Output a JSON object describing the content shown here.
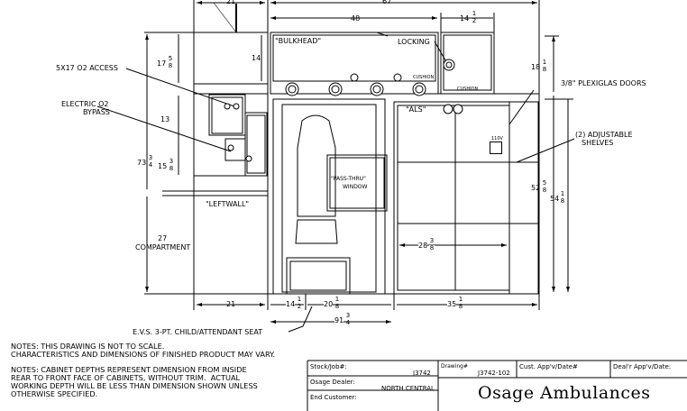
{
  "drawing": {
    "dims": {
      "top_21": "21",
      "top_67": "67",
      "dim_48": "48",
      "dim_14_half": {
        "whole": "14",
        "num": "1",
        "den": "2"
      },
      "dim_17_5_8": {
        "whole": "17",
        "num": "5",
        "den": "8"
      },
      "dim_14": "14",
      "dim_13": "13",
      "dim_18_1_8": {
        "whole": "18",
        "num": "1",
        "den": "8"
      },
      "dim_73_3_4": {
        "whole": "73",
        "num": "3",
        "den": "4"
      },
      "dim_15_3_8": {
        "whole": "15",
        "num": "3",
        "den": "8"
      },
      "dim_27": "27",
      "dim_52_5_8": {
        "whole": "52",
        "num": "5",
        "den": "8"
      },
      "dim_54_1_8": {
        "whole": "54",
        "num": "1",
        "den": "8"
      },
      "dim_28_3_8": {
        "whole": "28",
        "num": "3",
        "den": "8"
      },
      "bot_21": "21",
      "bot_14_half": {
        "whole": "14",
        "num": "1",
        "den": "2"
      },
      "bot_20_1_8": {
        "whole": "20",
        "num": "1",
        "den": "8"
      },
      "bot_35_1_8": {
        "whole": "35",
        "num": "1",
        "den": "8"
      },
      "bot_91_3_4": {
        "whole": "91",
        "num": "3",
        "den": "4"
      }
    },
    "labels": {
      "bulkhead": "\"BULKHEAD\"",
      "locking": "LOCKING",
      "cushion1": "CUSHION",
      "cushion2": "CUSHION",
      "o2_access": "5X17 O2 ACCESS",
      "electric_o2_1": "ELECTRIC O2",
      "electric_o2_2": "BYPASS",
      "plexiglas": "3/8\" PLEXIGLAS DOORS",
      "shelves_1": "(2) ADJUSTABLE",
      "shelves_2": "SHELVES",
      "als": "\"ALS\"",
      "v110": "110V",
      "pass_thru_1": "\"PASS-THRU\"",
      "pass_thru_2": "WINDOW",
      "leftwall": "\"LEFTWALL\"",
      "compartment": "COMPARTMENT",
      "evs_seat": "E.V.S. 3-PT. CHILD/ATTENDANT SEAT"
    }
  },
  "notes": {
    "note1": "NOTES: THIS DRAWING IS NOT TO SCALE.\nCHARACTERISTICS AND DIMENSIONS OF FINISHED PRODUCT MAY VARY.",
    "note2": "NOTES: CABINET DEPTHS REPRESENT DIMENSION FROM INSIDE\nREAR TO FRONT FACE OF CABINETS, WITHOUT TRIM.  ACTUAL\nWORKING DEPTH WILL BE LESS THAN DIMENSION SHOWN UNLESS\nOTHERWISE SPECIFIED."
  },
  "title_block": {
    "stock_label": "Stock/Job#:",
    "stock_value": "J3742",
    "drawing_label": "Drawing#",
    "drawing_value": "J3742-102",
    "cust_label": "Cust. App'v/Date#",
    "dealer_app_label": "Deal'r App'v/Date:",
    "dealer_label": "Osage Dealer:",
    "dealer_value": "NORTH CENTRAL",
    "customer_label": "End Customer:",
    "customer_value": "",
    "brand": "Osage Ambulances"
  }
}
